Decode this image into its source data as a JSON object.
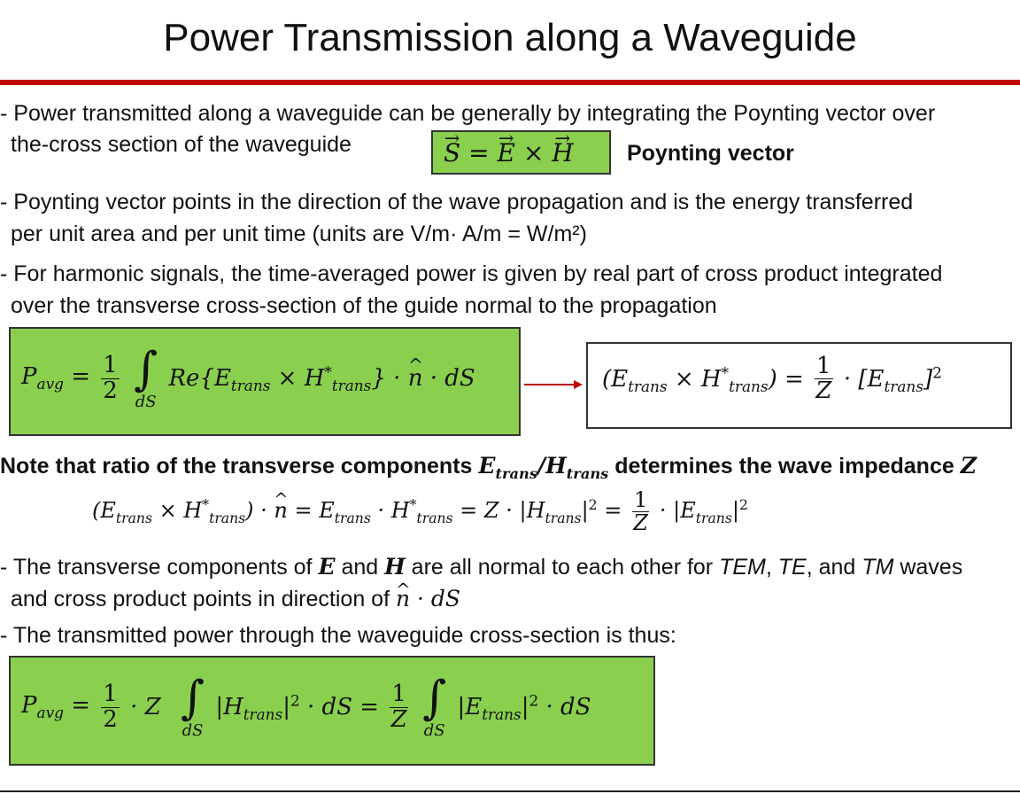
{
  "title": "Power Transmission along a Waveguide",
  "bullet1": {
    "line1": "- Power transmitted along a waveguide can be generally by integrating the Poynting vector over",
    "line2": "the-cross section of the waveguide",
    "label": "Poynting vector"
  },
  "bullet2": {
    "line1": "- Poynting vector points in the direction of the wave propagation and is the energy transferred",
    "line2": "per unit area and per unit time (units are V/m· A/m = W/m²)"
  },
  "bullet3": {
    "line1": "- For harmonic signals, the time-averaged power is given by real part of cross product integrated",
    "line2": "over the transverse cross-section of the guide normal to the propagation"
  },
  "note": {
    "prefix": "Note that ratio of the transverse components ",
    "suffix": " determines the wave impedance "
  },
  "bullet4": {
    "line1_a": "- The transverse components of ",
    "line1_b": " and ",
    "line1_c": " are all normal to each other for ",
    "line1_d": " waves",
    "line2": "and cross product points in direction of "
  },
  "bullet5": {
    "line1": "- The transmitted power through the waveguide cross-section is thus:"
  },
  "colors": {
    "green_box": "#8ad04e",
    "red_rule": "#c00000",
    "arrow": "#c00000"
  }
}
